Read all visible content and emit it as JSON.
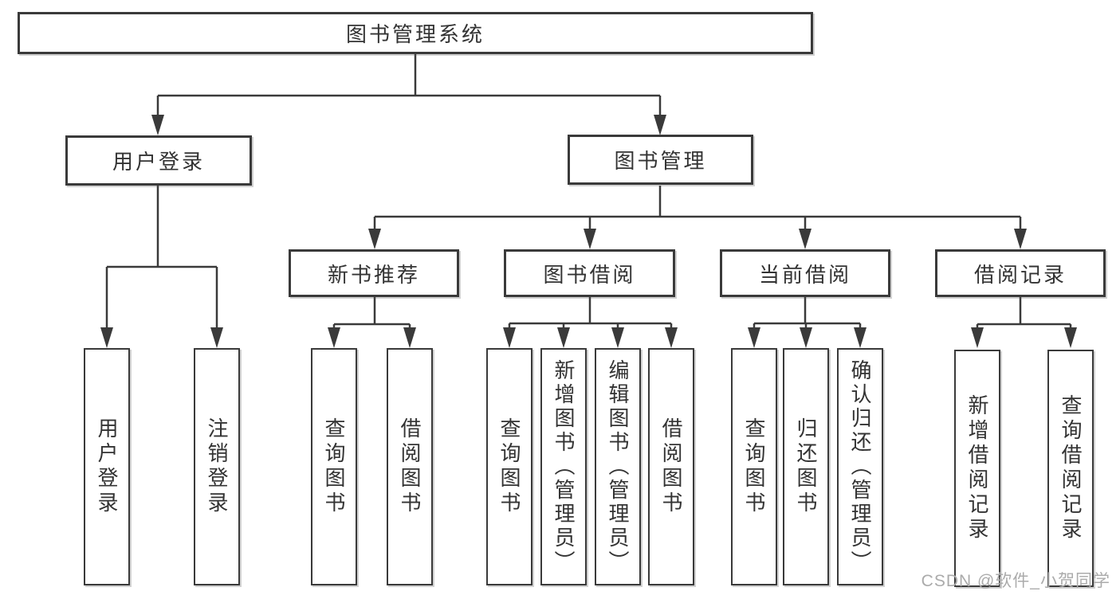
{
  "diagram": {
    "type": "functional-structure-tree",
    "root": {
      "label": "图书管理系统"
    },
    "level2": [
      {
        "label": "用户登录"
      },
      {
        "label": "图书管理"
      }
    ],
    "level3": [
      {
        "label": "新书推荐"
      },
      {
        "label": "图书借阅"
      },
      {
        "label": "当前借阅"
      },
      {
        "label": "借阅记录"
      }
    ],
    "leaves": [
      {
        "label": "用户登录"
      },
      {
        "label": "注销登录"
      },
      {
        "label": "查询图书"
      },
      {
        "label": "借阅图书"
      },
      {
        "label": "查询图书"
      },
      {
        "label": "新增图书（管理员）"
      },
      {
        "label": "编辑图书（管理员）"
      },
      {
        "label": "借阅图书"
      },
      {
        "label": "查询图书"
      },
      {
        "label": "归还图书"
      },
      {
        "label": "确认归还（管理员）"
      },
      {
        "label": "新增借阅记录"
      },
      {
        "label": "查询借阅记录"
      }
    ],
    "watermark": {
      "text": "CSDN @软件_小贺同学"
    },
    "colors": {
      "line": "#3a3a3a",
      "box_border": "#3a3a3a",
      "text": "#333333",
      "watermark": "#ababab",
      "background": "#ffffff"
    }
  }
}
